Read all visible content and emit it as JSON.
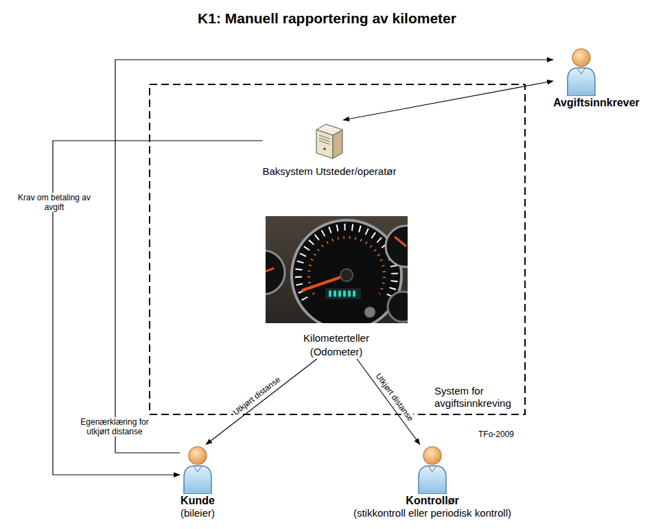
{
  "diagram": {
    "title": "K1: Manuell rapportering av kilometer",
    "nodes": [
      {
        "text": [
          "Avgiftsinnkrever"
        ]
      },
      {
        "text": [
          "System for avgiftsinnkreving"
        ]
      },
      {
        "text": [
          "Baksystem Utsteder/operatør"
        ],
        "in": 1
      },
      {
        "text": [
          "Kilometerteller (Odometer)"
        ],
        "in": 1
      },
      {
        "text": [
          "Kunde",
          "(bileier)"
        ]
      },
      {
        "text": [
          "Kontrollør",
          "(stikkontroll eller periodisk kontroll)"
        ]
      }
    ],
    "edges": [
      {
        "from": 4,
        "to": 0,
        "arrow": "to",
        "label": "Egenærklæring for utkjørt distanse"
      },
      {
        "from": 2,
        "to": 0,
        "arrow": "both"
      },
      {
        "from": 2,
        "to": 4,
        "arrow": "to",
        "label": "Krav om betaling av avgift"
      },
      {
        "from": 3,
        "to": 4,
        "arrow": "to",
        "label": "Utkjørt distanse"
      },
      {
        "from": 3,
        "to": 5,
        "arrow": "to",
        "label": "Utkjørt distanse"
      }
    ],
    "labels": [
      "TFo-2009"
    ]
  }
}
